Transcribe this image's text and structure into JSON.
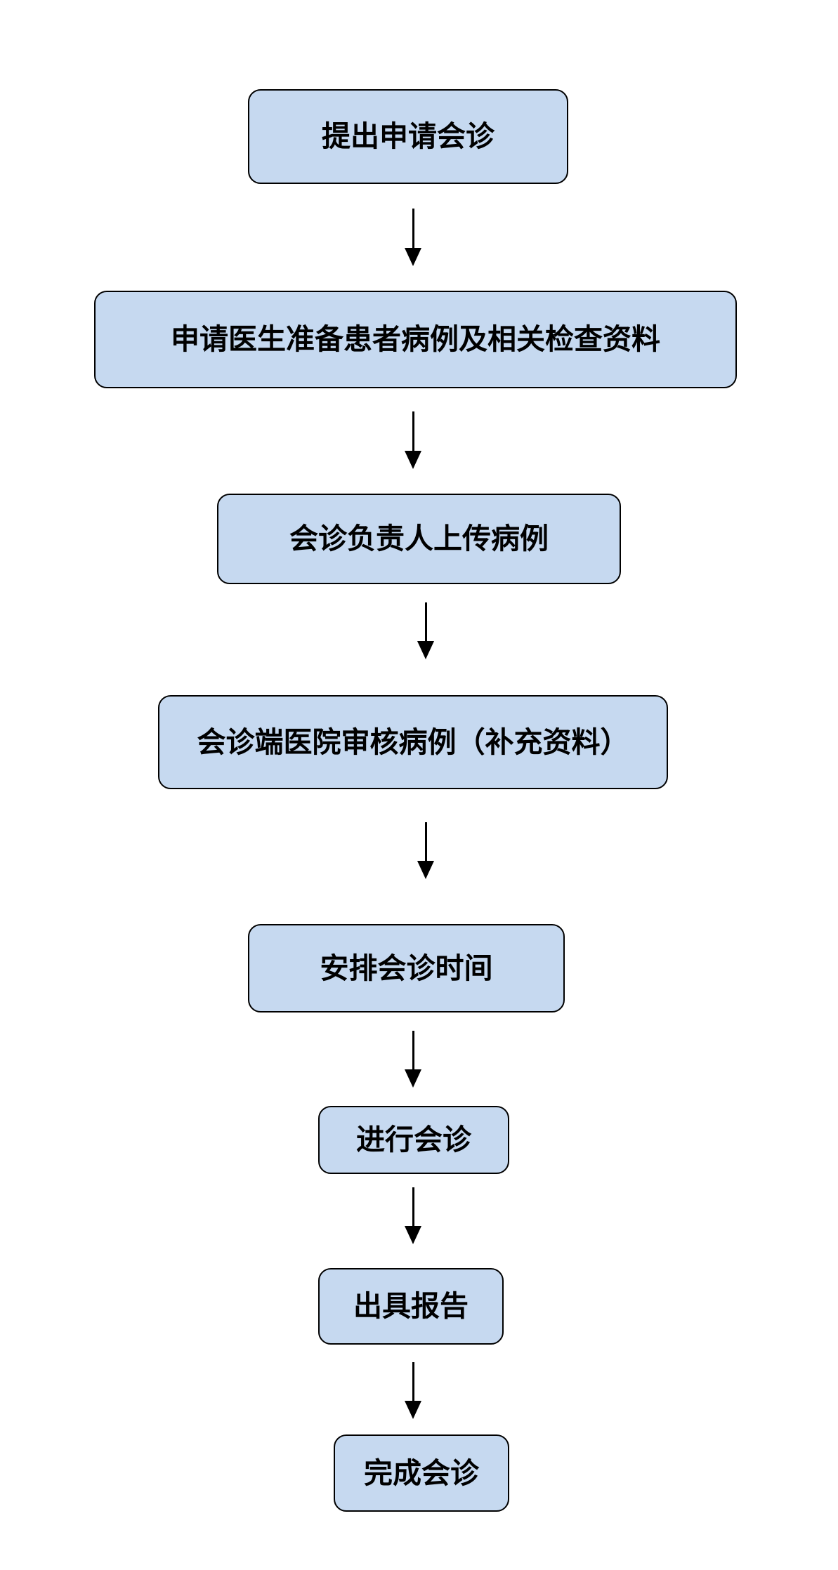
{
  "flowchart": {
    "steps": [
      {
        "label": "提出申请会诊"
      },
      {
        "label": "申请医生准备患者病例及相关检查资料"
      },
      {
        "label": "会诊负责人上传病例"
      },
      {
        "label": "会诊端医院审核病例（补充资料）"
      },
      {
        "label": "安排会诊时间"
      },
      {
        "label": "进行会诊"
      },
      {
        "label": "出具报告"
      },
      {
        "label": "完成会诊"
      }
    ]
  },
  "colors": {
    "box_fill": "#c6d9f0",
    "box_border": "#000000",
    "arrow": "#000000",
    "background": "#ffffff"
  }
}
